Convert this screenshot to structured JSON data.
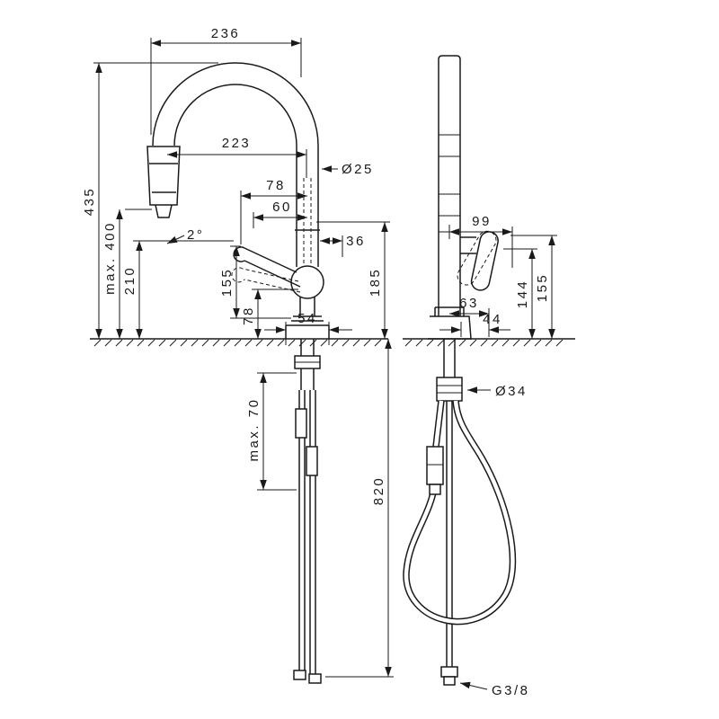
{
  "colors": {
    "line": "#1a1a1a",
    "background": "#ffffff"
  },
  "dims": {
    "spout_reach": "236",
    "spout_reach_inner": "223",
    "spout_diameter": "Ø25",
    "offset_78": "78",
    "offset_60": "60",
    "total_height": "435",
    "max_clearance": "max. 400",
    "height_210": "210",
    "handle_angle": "2°",
    "offset_36": "36",
    "handle_height_155": "155",
    "outlet_height_78": "78",
    "base_width_54": "54",
    "height_185": "185",
    "handle_reach_99": "99",
    "offset_63": "63",
    "handle_height_144": "144",
    "handle_height_155_front": "155",
    "width_44": "44",
    "escutcheon_diameter": "Ø34",
    "max_deck_70": "max. 70",
    "hose_length_820": "820",
    "connection_thread": "G3/8"
  }
}
